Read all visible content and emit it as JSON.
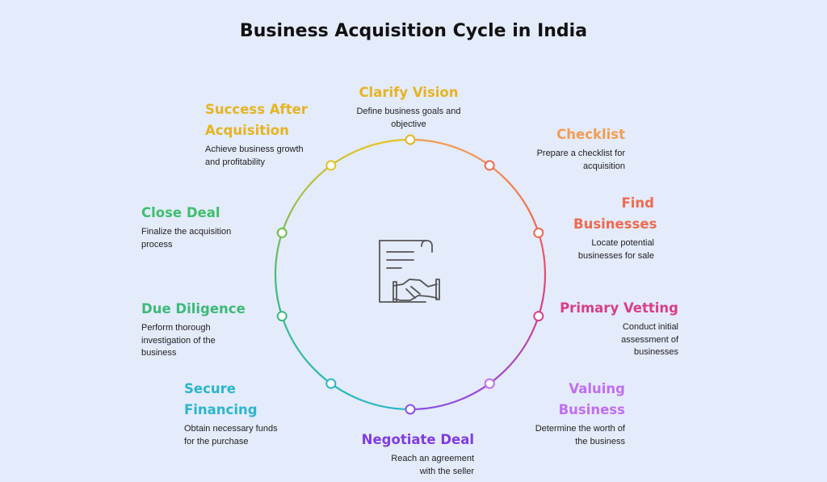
{
  "title": "Business Acquisition Cycle in India",
  "steps": [
    {
      "heading": "Clarify Vision",
      "description": "Define business goals and objective",
      "color": "#e6b422",
      "icon": "node-circle"
    },
    {
      "heading": "Checklist",
      "description": "Prepare a checklist for acquisition",
      "color": "#f29d52",
      "icon": "node-circle"
    },
    {
      "heading": "Find Businesses",
      "description": "Locate potential businesses for sale",
      "color": "#ef6a4f",
      "icon": "node-circle"
    },
    {
      "heading": "Primary Vetting",
      "description": "Conduct initial assessment of businesses",
      "color": "#d83f87",
      "icon": "node-circle"
    },
    {
      "heading": "Valuing Business",
      "description": "Determine the worth of the business",
      "color": "#c06ef0",
      "icon": "node-circle"
    },
    {
      "heading": "Negotiate Deal",
      "description": "Reach an agreement with the seller",
      "color": "#7f3ce0",
      "icon": "node-circle"
    },
    {
      "heading": "Secure Financing",
      "description": "Obtain necessary funds for the purchase",
      "color": "#2ab7c9",
      "icon": "node-circle"
    },
    {
      "heading": "Due Diligence",
      "description": "Perform thorough investigation of the business",
      "color": "#3dba7a",
      "icon": "node-circle"
    },
    {
      "heading": "Close Deal",
      "description": "Finalize the acquisition process",
      "color": "#3fbf6e",
      "icon": "node-circle"
    },
    {
      "heading": "Success After Acquisition",
      "description": "Achieve business growth and profitability",
      "color": "#e6b422",
      "icon": "node-circle"
    }
  ],
  "center_icon": "contract-handshake-icon"
}
